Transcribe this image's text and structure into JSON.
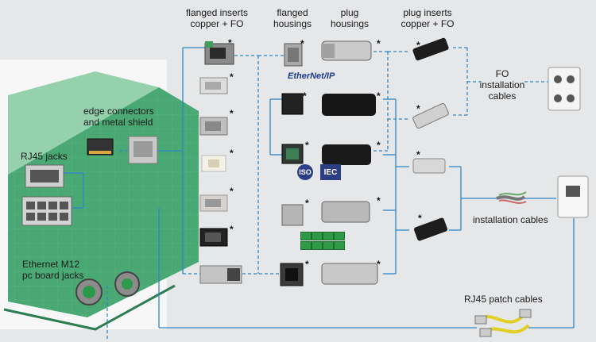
{
  "headers": {
    "flanged_inserts": "flanged inserts\ncopper + FO",
    "flanged_housings": "flanged\nhousings",
    "plug_housings": "plug\nhousings",
    "plug_inserts": "plug inserts\ncopper + FO"
  },
  "labels": {
    "edge_connectors": "edge connectors\nand metal shield",
    "rj45_jacks": "RJ45 jacks",
    "m12_jacks": "Ethernet M12\npc board jacks",
    "fo_cables": "FO\ninstallation\ncables",
    "installation_cables": "installation cables",
    "patch_cables": "RJ45 patch cables"
  },
  "marks": {
    "star": "*",
    "iso": "ISO",
    "iec": "IEC",
    "ethernet_ip": "EtherNet/IP"
  },
  "colors": {
    "line": "#2f86c5",
    "board": "#3fa069",
    "background": "#e6e7e9"
  }
}
